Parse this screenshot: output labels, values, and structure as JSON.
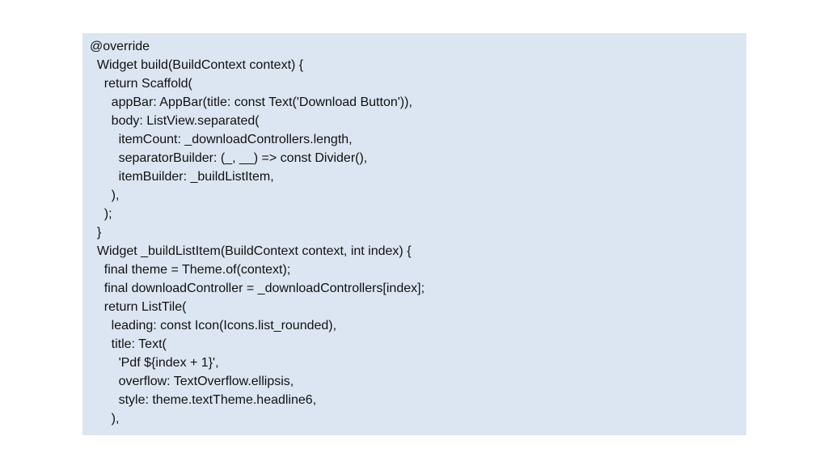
{
  "code": {
    "lines": [
      "@override",
      "  Widget build(BuildContext context) {",
      "    return Scaffold(",
      "      appBar: AppBar(title: const Text('Download Button')),",
      "      body: ListView.separated(",
      "        itemCount: _downloadControllers.length,",
      "        separatorBuilder: (_, __) => const Divider(),",
      "        itemBuilder: _buildListItem,",
      "      ),",
      "    );",
      "  }",
      "  Widget _buildListItem(BuildContext context, int index) {",
      "    final theme = Theme.of(context);",
      "    final downloadController = _downloadControllers[index];",
      "    return ListTile(",
      "      leading: const Icon(Icons.list_rounded),",
      "      title: Text(",
      "        'Pdf ${index + 1}',",
      "        overflow: TextOverflow.ellipsis,",
      "        style: theme.textTheme.headline6,",
      "      ),"
    ]
  }
}
